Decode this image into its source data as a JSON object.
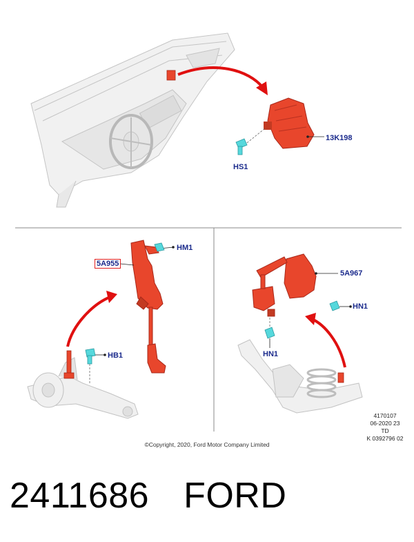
{
  "callouts": {
    "motor": "13K198",
    "screw_top": "HS1",
    "front_sensor": "5A955",
    "front_nut_top": "HM1",
    "front_bolt": "HB1",
    "rear_sensor": "5A967",
    "rear_nut_right": "HN1",
    "rear_nut_bottom": "HN1"
  },
  "drawing_code": {
    "line1": "4170107",
    "line2": "06-2020 23",
    "line3": "TD",
    "line4": "K 0392796 02"
  },
  "copyright": "©Copyright, 2020, Ford Motor Company Limited",
  "footer": {
    "part_number": "2411686",
    "brand": "FORD"
  },
  "colors": {
    "part": "#e8462c",
    "part_dark": "#a8281a",
    "arrow": "#e01010",
    "label": "#1a2a8c",
    "fastener": "#56d8dc",
    "line_art": "#c9c9c9"
  }
}
